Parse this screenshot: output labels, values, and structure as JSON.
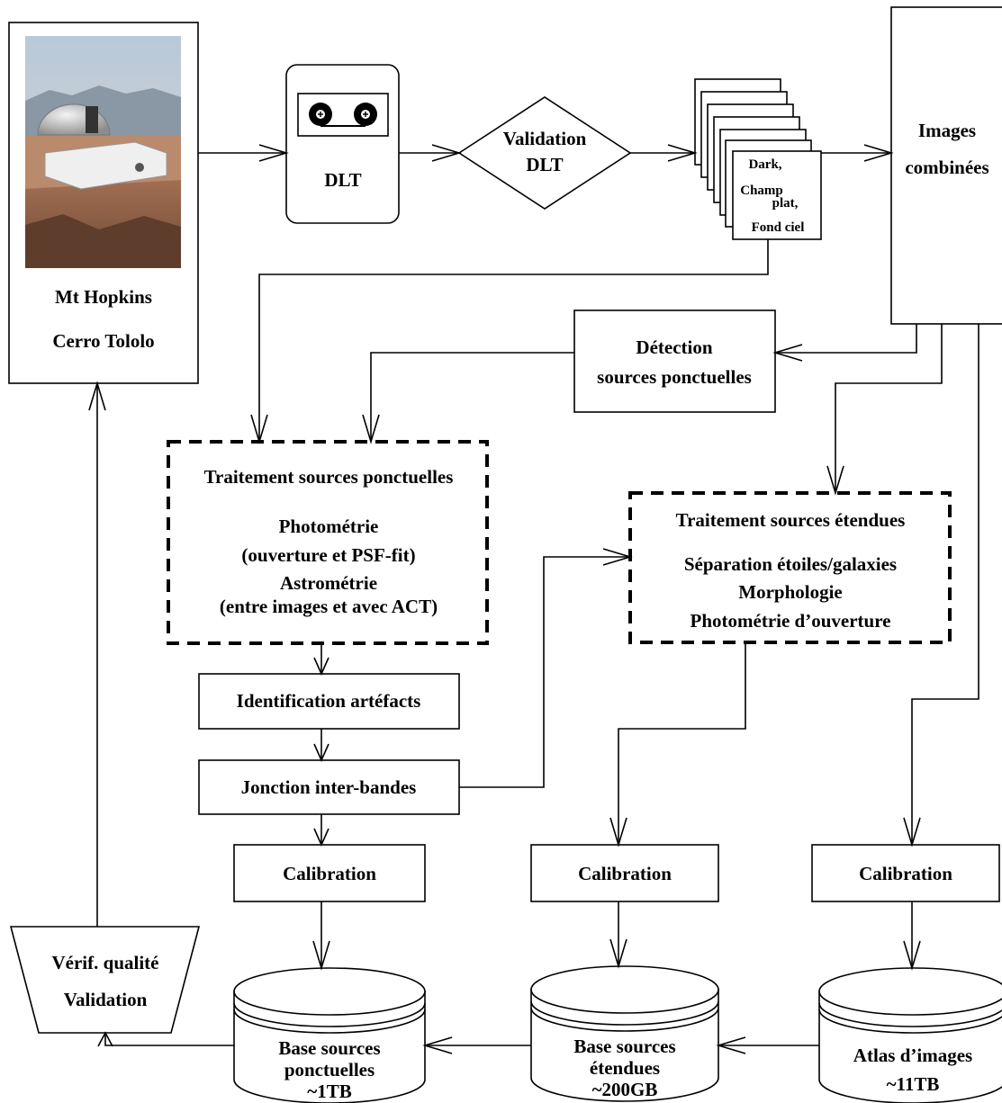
{
  "observatory": {
    "line1": "Mt Hopkins",
    "line2": "Cerro Tololo"
  },
  "dlt": {
    "label": "DLT"
  },
  "validation_dlt": {
    "line1": "Validation",
    "line2": "DLT"
  },
  "calib_stack": {
    "line1": "Dark,",
    "line2": "Champ",
    "line3": "plat,",
    "line4": "Fond ciel"
  },
  "combined_images": {
    "line1": "Images",
    "line2": "combinées"
  },
  "detection": {
    "line1": "Détection",
    "line2": "sources ponctuelles"
  },
  "point_processing": {
    "title": "Traitement sources ponctuelles",
    "line1": "Photométrie",
    "line2": "(ouverture et PSF-fit)",
    "line3": "Astrométrie",
    "line4": "(entre images et avec ACT)"
  },
  "extended_processing": {
    "title": "Traitement sources étendues",
    "line1": "Séparation étoiles/galaxies",
    "line2": "Morphologie",
    "line3": "Photométrie d’ouverture"
  },
  "artifacts": {
    "label": "Identification artéfacts"
  },
  "band_merge": {
    "label": "Jonction inter-bandes"
  },
  "calibration_point": {
    "label": "Calibration"
  },
  "calibration_extended": {
    "label": "Calibration"
  },
  "calibration_atlas": {
    "label": "Calibration"
  },
  "quality": {
    "line1": "Vérif. qualité",
    "line2": "Validation"
  },
  "db_point": {
    "line1": "Base sources",
    "line2": "ponctuelles",
    "line3": "~1TB"
  },
  "db_extended": {
    "line1": "Base sources",
    "line2": "étendues",
    "line3": "~200GB"
  },
  "db_atlas": {
    "line1": "Atlas d’images",
    "line2": "~11TB"
  },
  "colors": {
    "stroke": "#000000",
    "background": "#ffffff",
    "sky": "#a9b8c8",
    "ground": "#9c6a4a"
  }
}
